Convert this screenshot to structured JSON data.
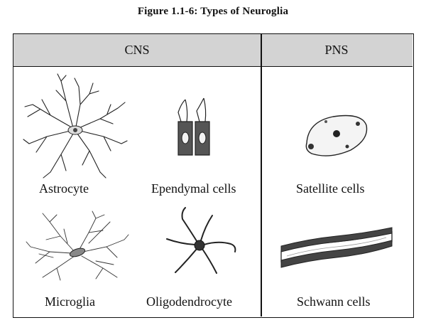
{
  "title": "Figure 1.1-6: Types of Neuroglia",
  "columns": {
    "cns": "CNS",
    "pns": "PNS"
  },
  "cells": {
    "astrocyte": "Astrocyte",
    "ependymal": "Ependymal cells",
    "satellite": "Satellite cells",
    "microglia": "Microglia",
    "oligodendrocyte": "Oligodendrocyte",
    "schwann": "Schwann cells"
  }
}
